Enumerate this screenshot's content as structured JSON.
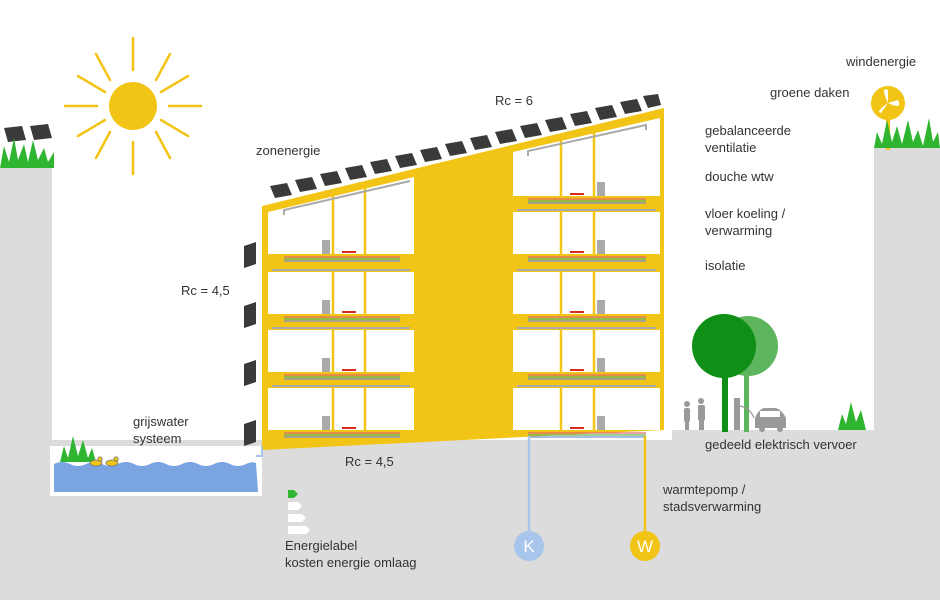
{
  "labels": {
    "windenergie": "windenergie",
    "groene_daken": "groene daken",
    "rc_top": "Rc = 6",
    "zonenergie": "zonenergie",
    "ventilatie": [
      "gebalanceerde",
      "ventilatie"
    ],
    "douche": "douche wtw",
    "vloer": [
      "vloer koeling /",
      "verwarming"
    ],
    "isolatie": "isolatie",
    "rc_wall": "Rc = 4,5",
    "grijswater": [
      "grijswater",
      "systeem"
    ],
    "rc_bottom": "Rc = 4,5",
    "vervoer": "gedeeld elektrisch vervoer",
    "warmtepomp": [
      "warmtepomp /",
      "stadsverwarming"
    ],
    "energielabel": [
      "Energielabel",
      "kosten energie omlaag"
    ],
    "k_node": "K",
    "w_node": "W"
  },
  "colors": {
    "building": "#f2c416",
    "ground": "#dcdcdc",
    "panel": "#3a3a3a",
    "grass": "#2fb52f",
    "water": "#7aa4e2",
    "tree_dark": "#0f8f16",
    "tree_light": "#5db65d",
    "cold_line": "#a8c6ec",
    "text": "#333333"
  },
  "icons": [
    "sun-icon",
    "wind-turbine-icon",
    "tree-icon",
    "car-icon",
    "people-icon",
    "charger-icon",
    "duck-icon",
    "energy-label-icon",
    "solar-panel-icon",
    "grass-icon"
  ]
}
